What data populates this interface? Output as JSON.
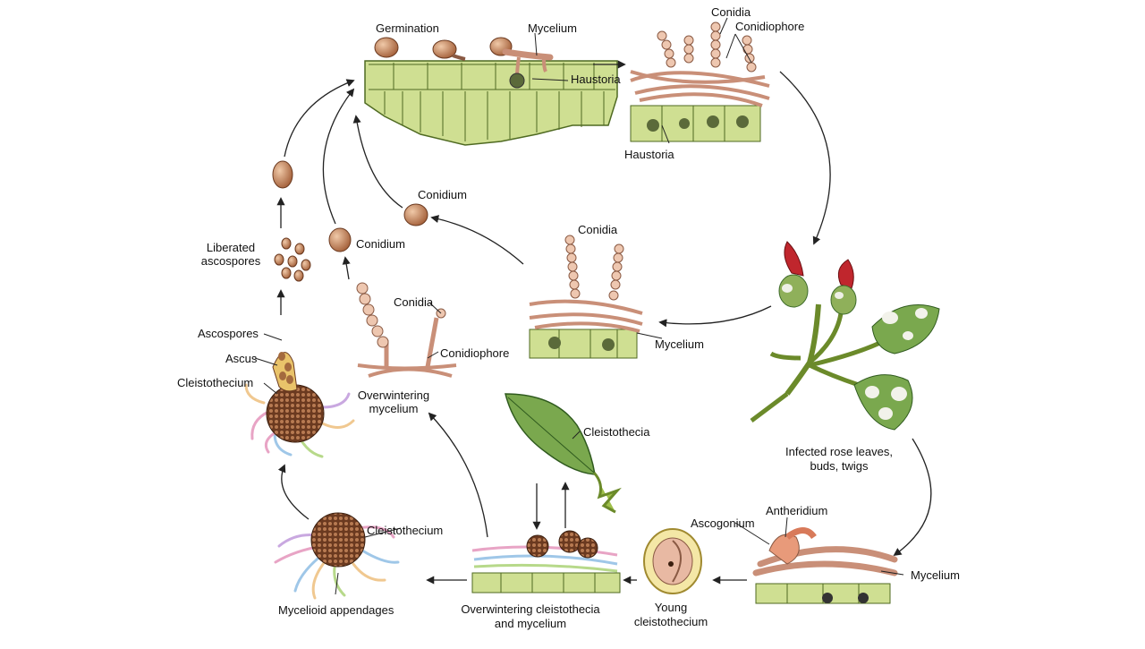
{
  "labels": {
    "germination": "Germination",
    "mycelium_top": "Mycelium",
    "haustoria_top": "Haustoria",
    "conidia_top": "Conidia",
    "conidiophore_top": "Conidiophore",
    "haustoria_right": "Haustoria",
    "conidium_upper": "Conidium",
    "conidium_left": "Conidium",
    "conidia_center": "Conidia",
    "mycelium_center": "Mycelium",
    "liberated_1": "Liberated",
    "liberated_2": "ascospores",
    "conidia_left": "Conidia",
    "conidiophore_left": "Conidiophore",
    "ascospores": "Ascospores",
    "ascus": "Ascus",
    "cleistothecium_upper": "Cleistothecium",
    "overwintering_1": "Overwintering",
    "overwintering_2": "mycelium",
    "cleistothecia": "Cleistothecia",
    "infected_1": "Infected rose leaves,",
    "infected_2": "buds, twigs",
    "antheridium": "Antheridium",
    "ascogonium": "Ascogonium",
    "mycelium_bottom": "Mycelium",
    "cleistothecium_lower": "Cleistothecium",
    "mycelioid": "Mycelioid appendages",
    "ow_cleisto_1": "Overwintering cleistothecia",
    "ow_cleisto_2": "and mycelium",
    "young_1": "Young",
    "young_2": "cleistothecium"
  },
  "colors": {
    "hypha": "#e7b39b",
    "hypha_stroke": "#8a5a44",
    "tissue": "#c9d98a",
    "tissue_dark": "#7f9a3c",
    "spore": "#c9895f",
    "spore_dark": "#6b3a20",
    "leaf": "#6fa04a",
    "leaf_dark": "#3d6b2a",
    "bud_red": "#c0262d",
    "cleisto": "#7a4a2e",
    "arrow": "#222222"
  }
}
